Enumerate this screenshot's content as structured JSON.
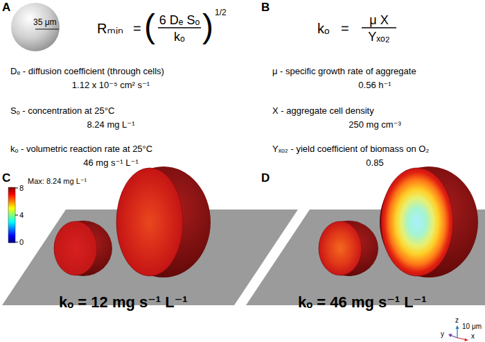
{
  "diagram": {
    "nodes": [
      {
        "text": [
          "35 μm"
        ]
      }
    ],
    "labels": [
      "A",
      "Rₘᵢₙ",
      "=",
      "(",
      "6 Dₑ Sₒ",
      "kₒ",
      ")",
      "1/2",
      "Dₑ - diffusion coefficient (through cells)",
      "1.12 x 10⁻⁵ cm² s⁻¹",
      "Sₒ - concentration at 25°C",
      "8.24 mg L⁻¹",
      "kₒ - volumetric reaction rate at 25°C",
      "46 mg s⁻¹ L⁻¹",
      "B",
      "kₒ",
      "=",
      "μ X",
      "Yₓₒ₂",
      "μ - specific growth rate of aggregate",
      "0.56 h⁻¹",
      "X - aggregate cell density",
      "250 mg cm⁻³",
      "Yₓₒ₂ - yield coefficient of biomass on O₂",
      "0.85",
      "C",
      "Max: 8.24 mg L⁻¹",
      "8",
      "4",
      "0",
      "kₒ = 12 mg s⁻¹ L⁻¹",
      "D",
      "kₒ = 46 mg s⁻¹ L⁻¹",
      "z",
      "10 μm",
      "y",
      "x"
    ]
  }
}
